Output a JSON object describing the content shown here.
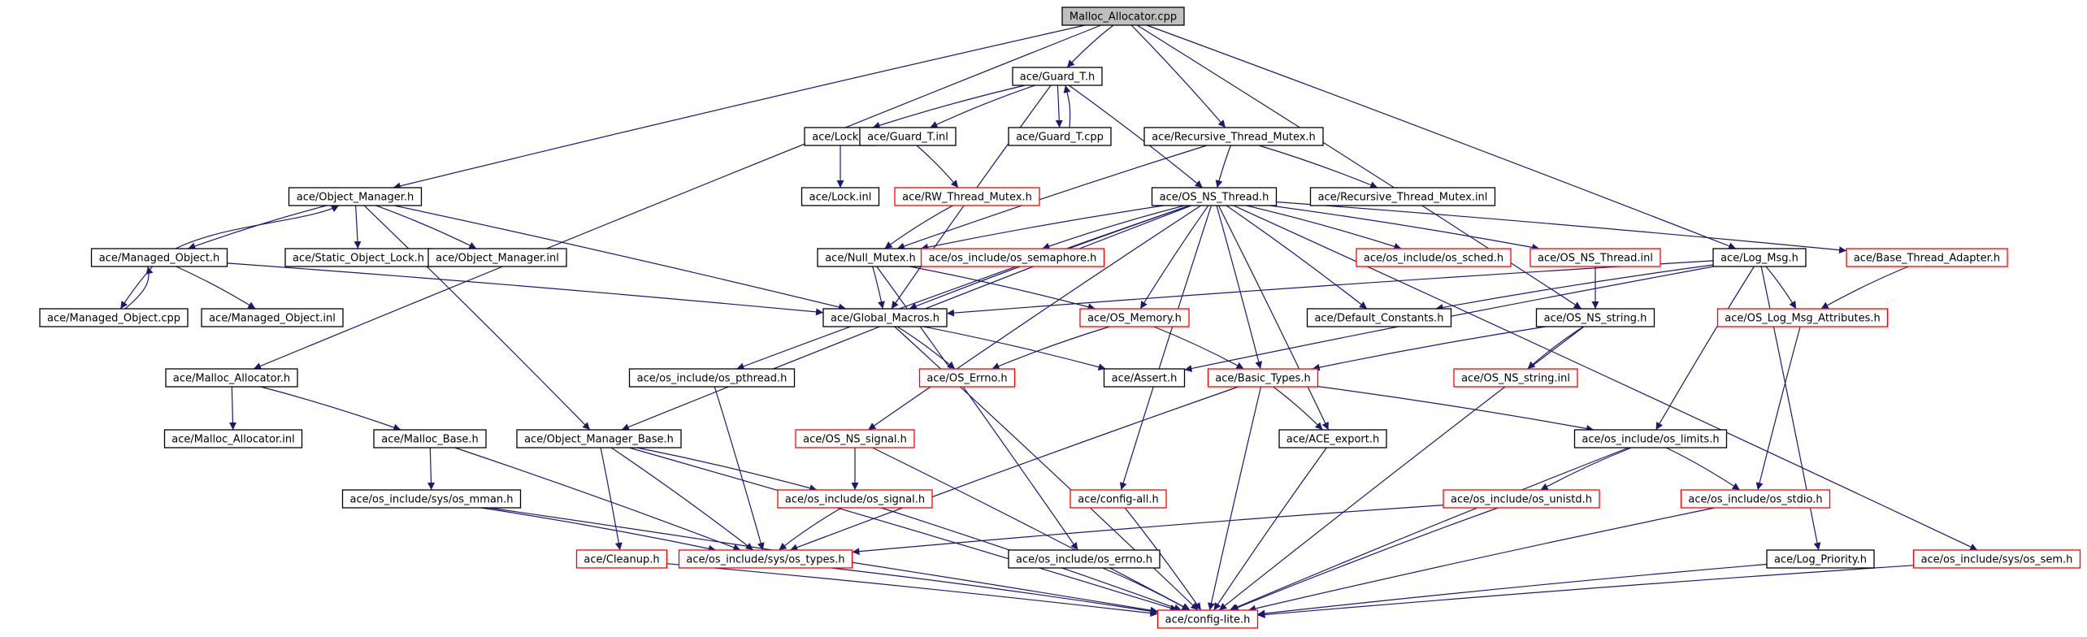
{
  "colors": {
    "edge": "#191970",
    "node_border_default": "#000000",
    "node_border_truncated": "#ff0000",
    "root_fill": "#bfbfbf",
    "node_fill": "#ffffff"
  },
  "nodes": [
    {
      "id": "root",
      "label": "Malloc_Allocator.cpp",
      "style": "root"
    },
    {
      "id": "guard_t_h",
      "label": "ace/Guard_T.h",
      "style": "normal"
    },
    {
      "id": "lock_h",
      "label": "ace/Lock.h",
      "style": "normal"
    },
    {
      "id": "guard_t_inl",
      "label": "ace/Guard_T.inl",
      "style": "normal"
    },
    {
      "id": "guard_t_cpp",
      "label": "ace/Guard_T.cpp",
      "style": "normal"
    },
    {
      "id": "recursive_thread_mutex_h",
      "label": "ace/Recursive_Thread_Mutex.h",
      "style": "normal"
    },
    {
      "id": "lock_inl",
      "label": "ace/Lock.inl",
      "style": "normal"
    },
    {
      "id": "rw_thread_mutex_h",
      "label": "ace/RW_Thread_Mutex.h",
      "style": "truncated"
    },
    {
      "id": "os_ns_thread_h",
      "label": "ace/OS_NS_Thread.h",
      "style": "normal"
    },
    {
      "id": "recursive_thread_mutex_inl",
      "label": "ace/Recursive_Thread_Mutex.inl",
      "style": "normal"
    },
    {
      "id": "object_manager_h",
      "label": "ace/Object_Manager.h",
      "style": "normal"
    },
    {
      "id": "managed_object_h",
      "label": "ace/Managed_Object.h",
      "style": "normal"
    },
    {
      "id": "static_object_lock_h",
      "label": "ace/Static_Object_Lock.h",
      "style": "normal"
    },
    {
      "id": "object_manager_inl",
      "label": "ace/Object_Manager.inl",
      "style": "normal"
    },
    {
      "id": "null_mutex_h",
      "label": "ace/Null_Mutex.h",
      "style": "normal"
    },
    {
      "id": "os_semaphore_h",
      "label": "ace/os_include/os_semaphore.h",
      "style": "truncated"
    },
    {
      "id": "os_sched_h",
      "label": "ace/os_include/os_sched.h",
      "style": "truncated"
    },
    {
      "id": "os_ns_thread_inl",
      "label": "ace/OS_NS_Thread.inl",
      "style": "truncated"
    },
    {
      "id": "log_msg_h",
      "label": "ace/Log_Msg.h",
      "style": "normal"
    },
    {
      "id": "base_thread_adapter_h",
      "label": "ace/Base_Thread_Adapter.h",
      "style": "truncated"
    },
    {
      "id": "managed_object_cpp",
      "label": "ace/Managed_Object.cpp",
      "style": "normal"
    },
    {
      "id": "managed_object_inl",
      "label": "ace/Managed_Object.inl",
      "style": "normal"
    },
    {
      "id": "global_macros_h",
      "label": "ace/Global_Macros.h",
      "style": "normal"
    },
    {
      "id": "os_memory_h",
      "label": "ace/OS_Memory.h",
      "style": "truncated"
    },
    {
      "id": "default_constants_h",
      "label": "ace/Default_Constants.h",
      "style": "normal"
    },
    {
      "id": "os_ns_string_h",
      "label": "ace/OS_NS_string.h",
      "style": "normal"
    },
    {
      "id": "os_log_msg_attributes_h",
      "label": "ace/OS_Log_Msg_Attributes.h",
      "style": "truncated"
    },
    {
      "id": "malloc_allocator_h",
      "label": "ace/Malloc_Allocator.h",
      "style": "normal"
    },
    {
      "id": "os_pthread_h",
      "label": "ace/os_include/os_pthread.h",
      "style": "normal"
    },
    {
      "id": "os_errno_h",
      "label": "ace/OS_Errno.h",
      "style": "truncated"
    },
    {
      "id": "assert_h",
      "label": "ace/Assert.h",
      "style": "normal"
    },
    {
      "id": "basic_types_h",
      "label": "ace/Basic_Types.h",
      "style": "truncated"
    },
    {
      "id": "os_ns_string_inl",
      "label": "ace/OS_NS_string.inl",
      "style": "truncated"
    },
    {
      "id": "malloc_allocator_inl",
      "label": "ace/Malloc_Allocator.inl",
      "style": "normal"
    },
    {
      "id": "malloc_base_h",
      "label": "ace/Malloc_Base.h",
      "style": "normal"
    },
    {
      "id": "object_manager_base_h",
      "label": "ace/Object_Manager_Base.h",
      "style": "normal"
    },
    {
      "id": "os_ns_signal_h",
      "label": "ace/OS_NS_signal.h",
      "style": "truncated"
    },
    {
      "id": "ace_export_h",
      "label": "ace/ACE_export.h",
      "style": "normal"
    },
    {
      "id": "os_limits_h",
      "label": "ace/os_include/os_limits.h",
      "style": "normal"
    },
    {
      "id": "os_mman_h",
      "label": "ace/os_include/sys/os_mman.h",
      "style": "normal"
    },
    {
      "id": "os_signal_h",
      "label": "ace/os_include/os_signal.h",
      "style": "truncated"
    },
    {
      "id": "config_all_h",
      "label": "ace/config-all.h",
      "style": "truncated"
    },
    {
      "id": "os_unistd_h",
      "label": "ace/os_include/os_unistd.h",
      "style": "truncated"
    },
    {
      "id": "os_stdio_h",
      "label": "ace/os_include/os_stdio.h",
      "style": "truncated"
    },
    {
      "id": "cleanup_h",
      "label": "ace/Cleanup.h",
      "style": "truncated"
    },
    {
      "id": "os_types_h",
      "label": "ace/os_include/sys/os_types.h",
      "style": "truncated"
    },
    {
      "id": "os_include_errno_h",
      "label": "ace/os_include/os_errno.h",
      "style": "normal"
    },
    {
      "id": "log_priority_h",
      "label": "ace/Log_Priority.h",
      "style": "normal"
    },
    {
      "id": "os_sem_h",
      "label": "ace/os_include/sys/os_sem.h",
      "style": "truncated"
    },
    {
      "id": "config_lite_h",
      "label": "ace/config-lite.h",
      "style": "truncated"
    }
  ],
  "edges": [
    [
      "root",
      "guard_t_h"
    ],
    [
      "root",
      "recursive_thread_mutex_h"
    ],
    [
      "root",
      "object_manager_h"
    ],
    [
      "root",
      "malloc_allocator_h"
    ],
    [
      "root",
      "log_msg_h"
    ],
    [
      "root",
      "os_ns_string_h"
    ],
    [
      "guard_t_h",
      "lock_h"
    ],
    [
      "guard_t_h",
      "guard_t_inl"
    ],
    [
      "guard_t_h",
      "guard_t_cpp"
    ],
    [
      "guard_t_h",
      "os_ns_thread_h"
    ],
    [
      "guard_t_h",
      "global_macros_h"
    ],
    [
      "guard_t_cpp",
      "guard_t_h"
    ],
    [
      "lock_h",
      "lock_inl"
    ],
    [
      "guard_t_inl",
      "rw_thread_mutex_h"
    ],
    [
      "rw_thread_mutex_h",
      "null_mutex_h"
    ],
    [
      "recursive_thread_mutex_h",
      "os_ns_thread_h"
    ],
    [
      "recursive_thread_mutex_h",
      "recursive_thread_mutex_inl"
    ],
    [
      "recursive_thread_mutex_h",
      "null_mutex_h"
    ],
    [
      "object_manager_h",
      "managed_object_h"
    ],
    [
      "object_manager_h",
      "static_object_lock_h"
    ],
    [
      "object_manager_h",
      "object_manager_inl"
    ],
    [
      "object_manager_h",
      "global_macros_h"
    ],
    [
      "object_manager_h",
      "object_manager_base_h"
    ],
    [
      "managed_object_h",
      "object_manager_h"
    ],
    [
      "managed_object_h",
      "managed_object_cpp"
    ],
    [
      "managed_object_h",
      "managed_object_inl"
    ],
    [
      "managed_object_h",
      "global_macros_h"
    ],
    [
      "managed_object_cpp",
      "managed_object_h"
    ],
    [
      "os_ns_thread_h",
      "null_mutex_h"
    ],
    [
      "os_ns_thread_h",
      "os_semaphore_h"
    ],
    [
      "os_ns_thread_h",
      "os_sched_h"
    ],
    [
      "os_ns_thread_h",
      "os_ns_thread_inl"
    ],
    [
      "os_ns_thread_h",
      "base_thread_adapter_h"
    ],
    [
      "os_ns_thread_h",
      "global_macros_h"
    ],
    [
      "os_ns_thread_h",
      "os_memory_h"
    ],
    [
      "os_ns_thread_h",
      "default_constants_h"
    ],
    [
      "os_ns_thread_h",
      "basic_types_h"
    ],
    [
      "os_ns_thread_h",
      "ace_export_h"
    ],
    [
      "os_ns_thread_h",
      "os_pthread_h"
    ],
    [
      "os_ns_thread_h",
      "object_manager_base_h"
    ],
    [
      "os_ns_thread_h",
      "os_ns_signal_h"
    ],
    [
      "os_ns_thread_h",
      "config_all_h"
    ],
    [
      "os_ns_thread_h",
      "os_sem_h"
    ],
    [
      "null_mutex_h",
      "global_macros_h"
    ],
    [
      "null_mutex_h",
      "os_memory_h"
    ],
    [
      "null_mutex_h",
      "os_include_errno_h"
    ],
    [
      "os_ns_thread_inl",
      "os_ns_string_h"
    ],
    [
      "log_msg_h",
      "global_macros_h"
    ],
    [
      "log_msg_h",
      "default_constants_h"
    ],
    [
      "log_msg_h",
      "os_log_msg_attributes_h"
    ],
    [
      "log_msg_h",
      "assert_h"
    ],
    [
      "log_msg_h",
      "os_limits_h"
    ],
    [
      "log_msg_h",
      "log_priority_h"
    ],
    [
      "base_thread_adapter_h",
      "os_log_msg_attributes_h"
    ],
    [
      "global_macros_h",
      "os_errno_h"
    ],
    [
      "global_macros_h",
      "assert_h"
    ],
    [
      "global_macros_h",
      "config_lite_h"
    ],
    [
      "os_memory_h",
      "os_errno_h"
    ],
    [
      "os_memory_h",
      "basic_types_h"
    ],
    [
      "os_ns_string_h",
      "basic_types_h"
    ],
    [
      "os_ns_string_h",
      "os_ns_string_inl"
    ],
    [
      "os_ns_string_h",
      "config_lite_h"
    ],
    [
      "os_log_msg_attributes_h",
      "os_stdio_h"
    ],
    [
      "malloc_allocator_h",
      "malloc_allocator_inl"
    ],
    [
      "malloc_allocator_h",
      "malloc_base_h"
    ],
    [
      "malloc_base_h",
      "os_mman_h"
    ],
    [
      "malloc_base_h",
      "os_types_h"
    ],
    [
      "os_pthread_h",
      "os_types_h"
    ],
    [
      "basic_types_h",
      "ace_export_h"
    ],
    [
      "basic_types_h",
      "os_limits_h"
    ],
    [
      "basic_types_h",
      "os_types_h"
    ],
    [
      "basic_types_h",
      "config_lite_h"
    ],
    [
      "object_manager_base_h",
      "os_signal_h"
    ],
    [
      "object_manager_base_h",
      "cleanup_h"
    ],
    [
      "object_manager_base_h",
      "os_types_h"
    ],
    [
      "object_manager_base_h",
      "config_lite_h"
    ],
    [
      "os_ns_signal_h",
      "os_signal_h"
    ],
    [
      "os_ns_signal_h",
      "config_lite_h"
    ],
    [
      "ace_export_h",
      "config_lite_h"
    ],
    [
      "os_limits_h",
      "os_unistd_h"
    ],
    [
      "os_limits_h",
      "os_stdio_h"
    ],
    [
      "os_limits_h",
      "config_lite_h"
    ],
    [
      "os_mman_h",
      "os_types_h"
    ],
    [
      "os_mman_h",
      "config_lite_h"
    ],
    [
      "os_signal_h",
      "os_types_h"
    ],
    [
      "os_signal_h",
      "config_lite_h"
    ],
    [
      "config_all_h",
      "config_lite_h"
    ],
    [
      "os_unistd_h",
      "os_types_h"
    ],
    [
      "os_unistd_h",
      "config_lite_h"
    ],
    [
      "os_stdio_h",
      "config_lite_h"
    ],
    [
      "cleanup_h",
      "config_lite_h"
    ],
    [
      "os_types_h",
      "config_lite_h"
    ],
    [
      "os_include_errno_h",
      "config_lite_h"
    ],
    [
      "log_priority_h",
      "config_lite_h"
    ],
    [
      "os_sem_h",
      "config_lite_h"
    ]
  ]
}
